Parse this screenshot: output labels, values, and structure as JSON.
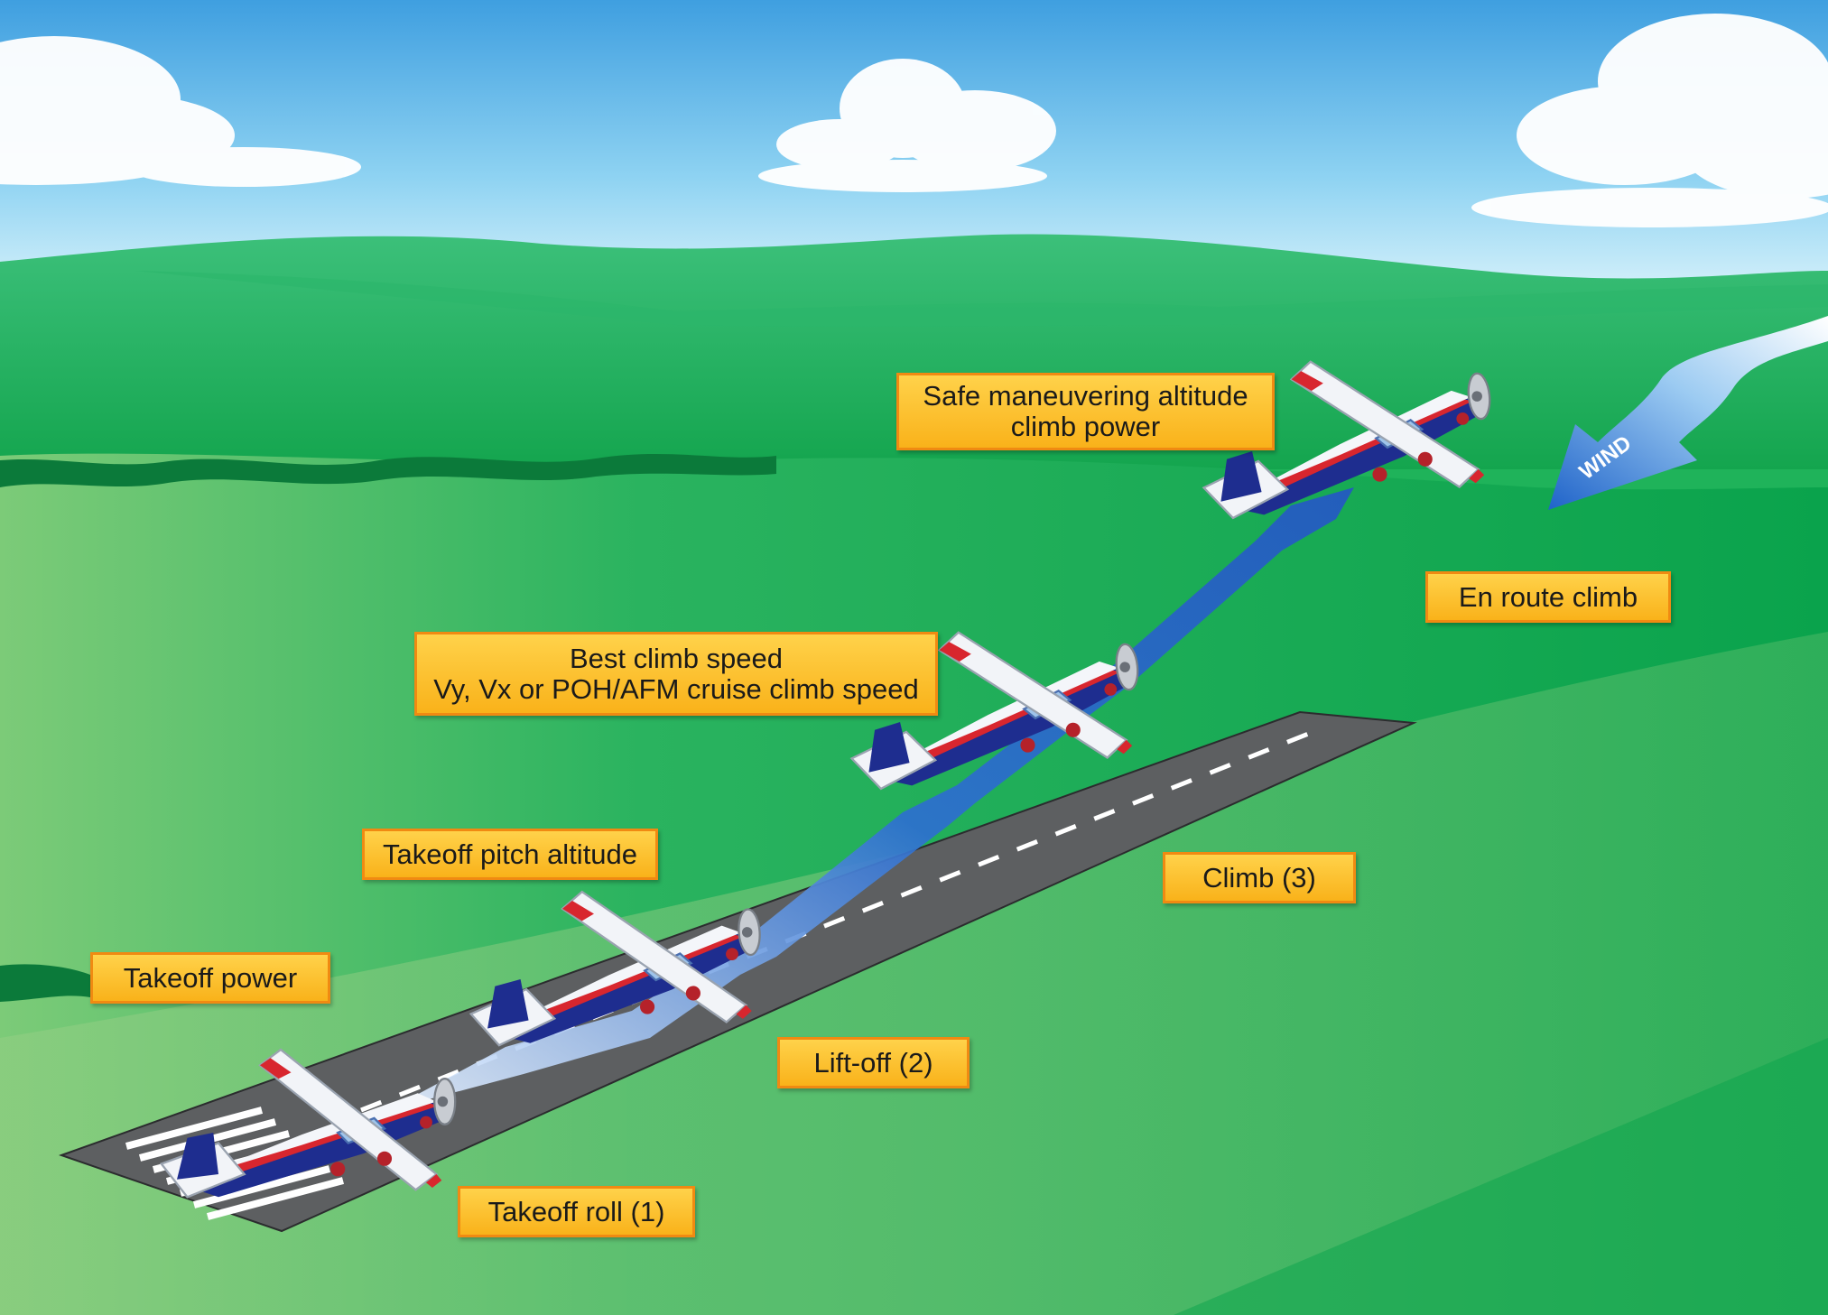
{
  "labels": {
    "safe_maneuvering": {
      "line1": "Safe maneuvering altitude",
      "line2": "climb power"
    },
    "en_route_climb": "En route climb",
    "best_climb_speed": {
      "line1": "Best climb speed",
      "line2": "Vy, Vx or POH/AFM cruise climb speed"
    },
    "takeoff_pitch_altitude": "Takeoff pitch altitude",
    "climb": "Climb (3)",
    "takeoff_power": "Takeoff power",
    "lift_off": "Lift-off (2)",
    "takeoff_roll": "Takeoff roll (1)"
  },
  "wind_label": "WIND",
  "colors": {
    "label_fill": "#fcc22e",
    "label_border": "#f08a12",
    "grass": "#22b35c",
    "sky": "#8fd3f2",
    "runway": "#5d5f61",
    "climb_path": "#2d6fd0"
  }
}
